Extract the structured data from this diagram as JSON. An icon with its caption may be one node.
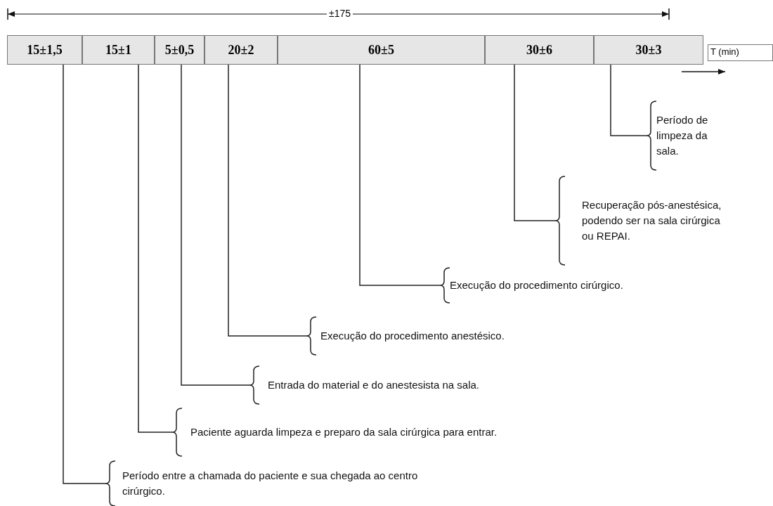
{
  "diagram": {
    "nodes": [
      {
        "text": [
          "15±1,5"
        ]
      },
      {
        "text": [
          "15±1"
        ]
      },
      {
        "text": [
          "5±0,5"
        ]
      },
      {
        "text": [
          "20±2"
        ]
      },
      {
        "text": [
          "60±5"
        ]
      },
      {
        "text": [
          "30±6"
        ]
      },
      {
        "text": [
          "30±3"
        ]
      },
      {
        "text": [
          "T (min)"
        ]
      },
      {
        "text": [
          "Período de limpeza da sala."
        ]
      },
      {
        "text": [
          "Recuperação pós-anestésica, podendo ser na sala cirúrgica ou REPAI."
        ]
      },
      {
        "text": [
          "Execução do procedimento cirúrgico."
        ]
      },
      {
        "text": [
          "Execução do procedimento anestésico."
        ]
      },
      {
        "text": [
          "Entrada do material e do anestesista na sala."
        ]
      },
      {
        "text": [
          "Paciente aguarda limpeza e preparo da sala cirúrgica para entrar."
        ]
      },
      {
        "text": [
          "Período entre a chamada do paciente e sua chegada ao centro cirúrgico."
        ]
      }
    ],
    "edges": [
      {
        "from": 6,
        "to": 8,
        "arrow": "none"
      },
      {
        "from": 5,
        "to": 9,
        "arrow": "none"
      },
      {
        "from": 4,
        "to": 10,
        "arrow": "none"
      },
      {
        "from": 3,
        "to": 11,
        "arrow": "none"
      },
      {
        "from": 2,
        "to": 12,
        "arrow": "none"
      },
      {
        "from": 1,
        "to": 13,
        "arrow": "none"
      },
      {
        "from": 0,
        "to": 14,
        "arrow": "none"
      }
    ],
    "labels": [
      "±175"
    ]
  }
}
